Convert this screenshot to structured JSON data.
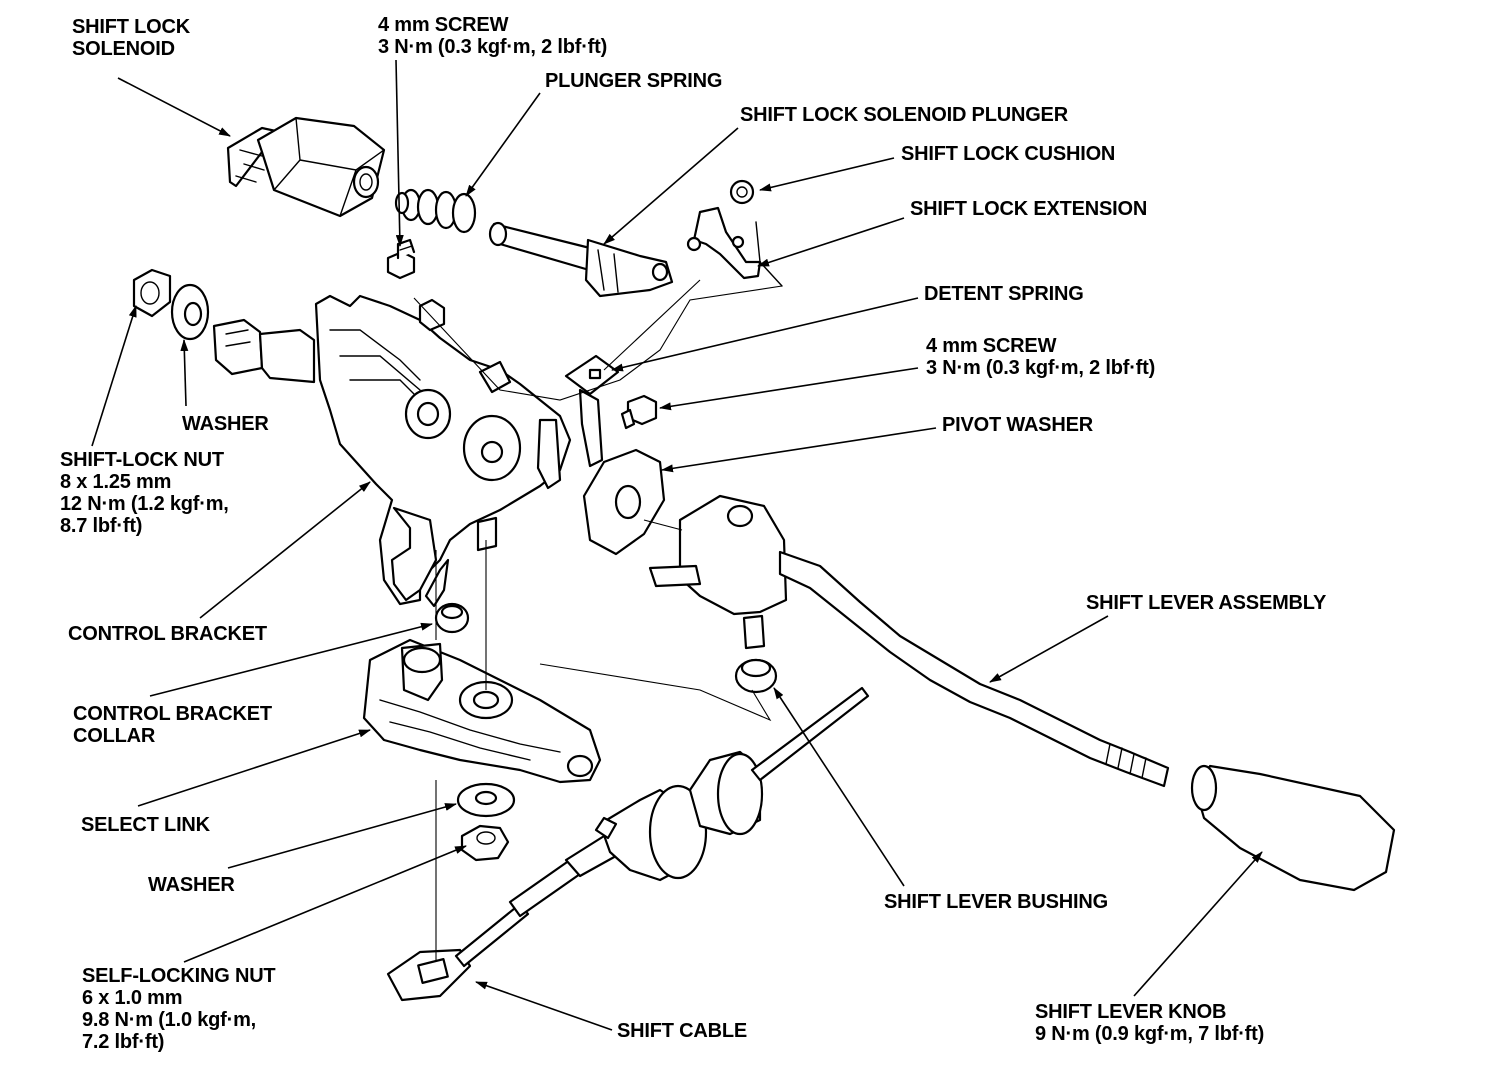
{
  "labels": [
    {
      "id": "shift-lock-solenoid",
      "lines": [
        "SHIFT LOCK",
        "SOLENOID"
      ]
    },
    {
      "id": "screw-top",
      "lines": [
        "4 mm SCREW",
        "3 N·m (0.3 kgf·m, 2 lbf·ft)"
      ]
    },
    {
      "id": "plunger-spring",
      "lines": [
        "PLUNGER SPRING"
      ]
    },
    {
      "id": "solenoid-plunger",
      "lines": [
        "SHIFT LOCK SOLENOID PLUNGER"
      ]
    },
    {
      "id": "shift-lock-cushion",
      "lines": [
        "SHIFT LOCK CUSHION"
      ]
    },
    {
      "id": "shift-lock-extension",
      "lines": [
        "SHIFT LOCK EXTENSION"
      ]
    },
    {
      "id": "detent-spring",
      "lines": [
        "DETENT SPRING"
      ]
    },
    {
      "id": "screw-right",
      "lines": [
        "4 mm SCREW",
        "3 N·m (0.3 kgf·m, 2 lbf·ft)"
      ]
    },
    {
      "id": "pivot-washer",
      "lines": [
        "PIVOT WASHER"
      ]
    },
    {
      "id": "washer-upper",
      "lines": [
        "WASHER"
      ]
    },
    {
      "id": "shift-lock-nut",
      "lines": [
        "SHIFT-LOCK NUT",
        "8 x 1.25 mm",
        "12 N·m (1.2 kgf·m,",
        "8.7 lbf·ft)"
      ]
    },
    {
      "id": "control-bracket",
      "lines": [
        "CONTROL BRACKET"
      ]
    },
    {
      "id": "shift-lever-assembly",
      "lines": [
        "SHIFT LEVER ASSEMBLY"
      ]
    },
    {
      "id": "control-bracket-collar",
      "lines": [
        "CONTROL BRACKET",
        "COLLAR"
      ]
    },
    {
      "id": "select-link",
      "lines": [
        "SELECT LINK"
      ]
    },
    {
      "id": "washer-lower",
      "lines": [
        "WASHER"
      ]
    },
    {
      "id": "shift-lever-bushing",
      "lines": [
        "SHIFT LEVER BUSHING"
      ]
    },
    {
      "id": "self-locking-nut",
      "lines": [
        "SELF-LOCKING NUT",
        "6 x 1.0 mm",
        "9.8 N·m (1.0 kgf·m,",
        "7.2 lbf·ft)"
      ]
    },
    {
      "id": "shift-cable",
      "lines": [
        "SHIFT CABLE"
      ]
    },
    {
      "id": "shift-lever-knob",
      "lines": [
        "SHIFT LEVER KNOB",
        "9 N·m (0.9 kgf·m, 7 lbf·ft)"
      ]
    }
  ]
}
